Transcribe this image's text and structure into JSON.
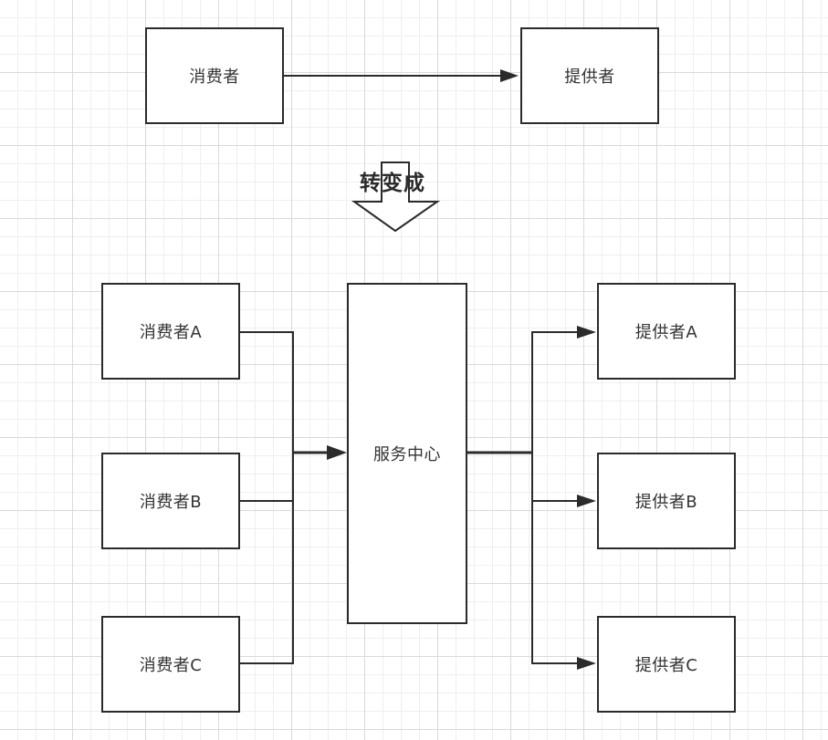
{
  "top": {
    "consumer": "消费者",
    "provider": "提供者"
  },
  "transform_label": "转变成",
  "bottom": {
    "consumers": [
      "消费者A",
      "消费者B",
      "消费者C"
    ],
    "center": "服务中心",
    "providers": [
      "提供者A",
      "提供者B",
      "提供者C"
    ]
  },
  "colors": {
    "stroke": "#2b2b2b",
    "text": "#333333",
    "grid": "#d9d9d9"
  }
}
